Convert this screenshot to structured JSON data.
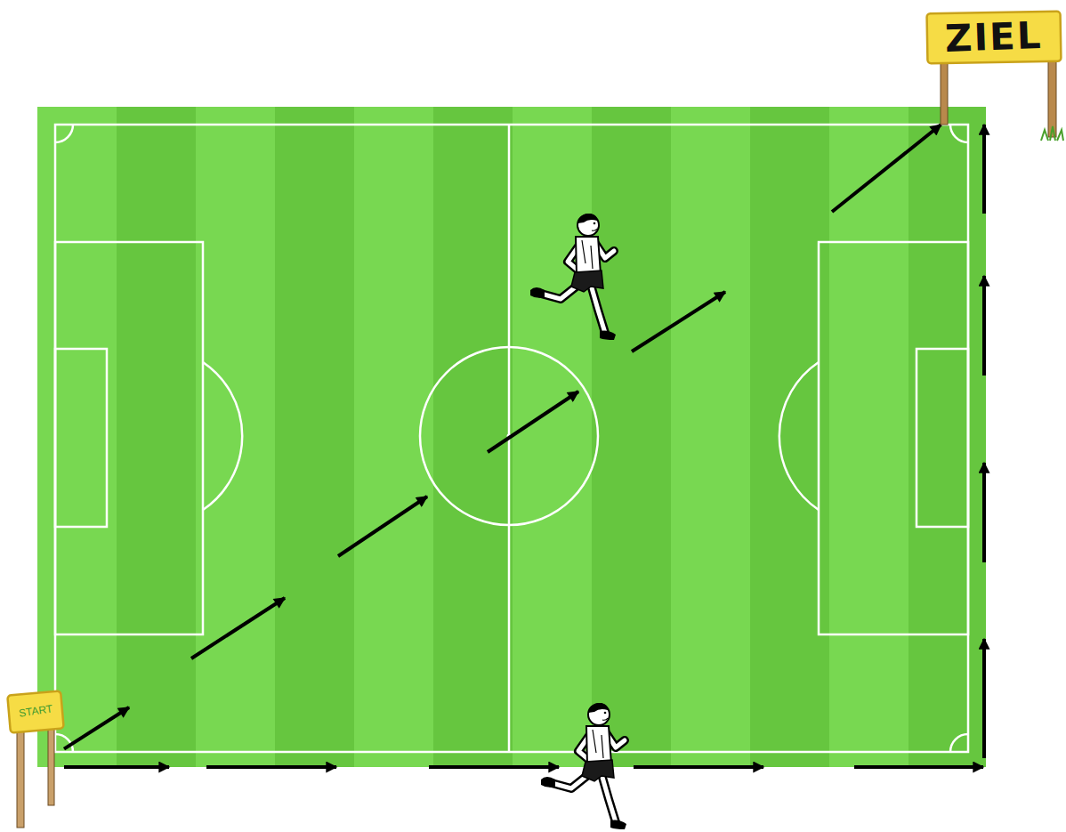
{
  "diagram": {
    "nodes": [
      {
        "text": [
          "ZIEL"
        ]
      },
      {
        "text": [
          "START"
        ]
      }
    ],
    "edges": [
      {
        "from": 1,
        "to": 0,
        "arrow": "to"
      },
      {
        "from": 1,
        "to": 0,
        "arrow": "to"
      }
    ]
  }
}
